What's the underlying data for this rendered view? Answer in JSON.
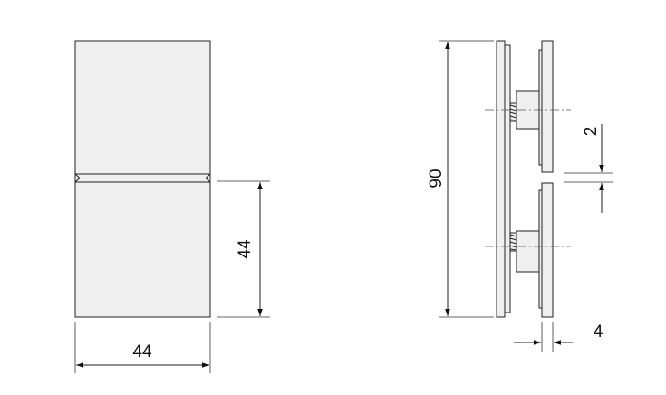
{
  "dimensions": {
    "front_width": "44",
    "front_half_height": "44",
    "side_total_height": "90",
    "gap": "2",
    "plate_thickness": "4"
  },
  "colors": {
    "line": "#222222",
    "plate_fill": "#efefef",
    "background": "#ffffff"
  }
}
